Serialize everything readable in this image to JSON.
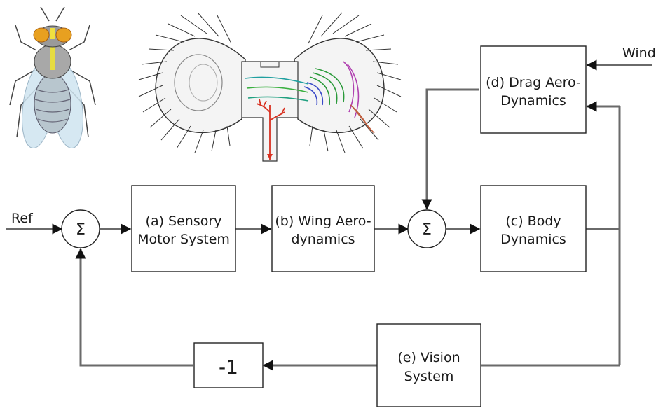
{
  "blocks": {
    "sensory": {
      "line1": "(a) Sensory",
      "line2": "Motor System"
    },
    "wing": {
      "line1": "(b) Wing Aero-",
      "line2": "dynamics"
    },
    "body": {
      "line1": "(c) Body",
      "line2": "Dynamics"
    },
    "drag": {
      "line1": "(d) Drag Aero-",
      "line2": "Dynamics"
    },
    "vision": {
      "line1": "(e) Vision",
      "line2": "System"
    },
    "gain": {
      "label": "-1"
    }
  },
  "signals": {
    "ref": "Ref",
    "wind": "Wind"
  },
  "summing_symbol": "Σ",
  "colors": {
    "wire": "#6a6a6a",
    "block_border": "#222222",
    "fly_eye": "#e8a020",
    "neuron_red": "#d83020"
  }
}
